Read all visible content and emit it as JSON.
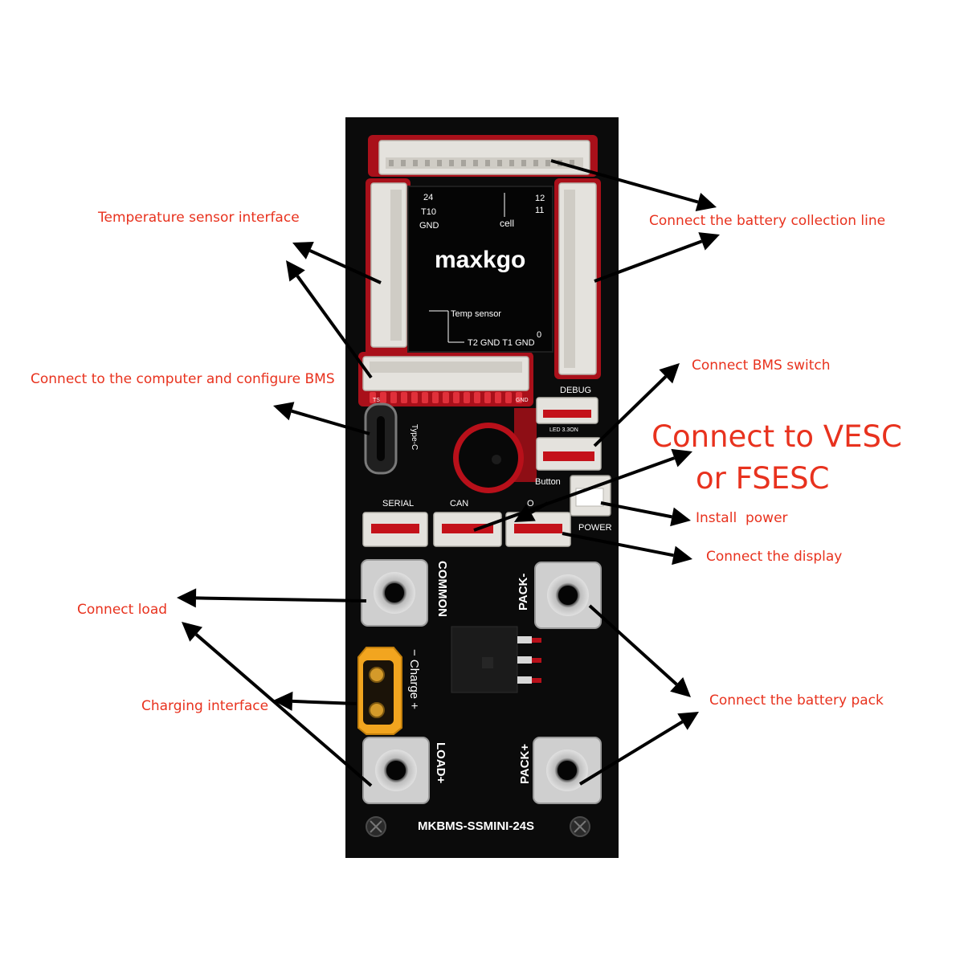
{
  "colors": {
    "annotation": "#e8321e",
    "board": "#0b0b0b",
    "pcb_red": "#c4121a",
    "connector": "#e4e2dd",
    "terminal": "#cfcfcf",
    "xt_connector": "#f2a51f",
    "arrow": "#000000"
  },
  "callouts": {
    "temperature_sensor": "Temperature sensor interface",
    "battery_collection": "Connect the battery collection line",
    "computer_config": "Connect to the computer and configure BMS",
    "bms_switch": "Connect BMS switch",
    "vesc_line1": "Connect to VESC",
    "vesc_line2": "or FSESC",
    "install_power": "Install  power",
    "display": "Connect the display",
    "load": "Connect load",
    "charging": "Charging interface",
    "battery_pack": "Connect the battery pack"
  },
  "board": {
    "logo": "maxkgo",
    "chip_labels": {
      "l24": "24",
      "t10": "T10",
      "gnd": "GND",
      "l12": "12",
      "l11": "11",
      "cell": "cell",
      "temp_sensor": "Temp sensor",
      "l0": "0",
      "t2_gnd_t1_gnd": "T2 GND  T1 GND"
    },
    "connector_labels": {
      "debug": "DEBUG",
      "type_c": "Type-C",
      "button": "Button",
      "power": "POWER",
      "serial": "SERIAL",
      "can": "CAN",
      "o": "O",
      "ts": "TS",
      "gnd_small": "GND",
      "led": "LED 3.3ON"
    },
    "terminal_labels": {
      "common": "COMMON",
      "pack_minus": "PACK-",
      "load_plus": "LOAD+",
      "pack_plus": "PACK+",
      "charge": "− Charge +"
    },
    "model": "MKBMS-SSMINI-24S"
  }
}
